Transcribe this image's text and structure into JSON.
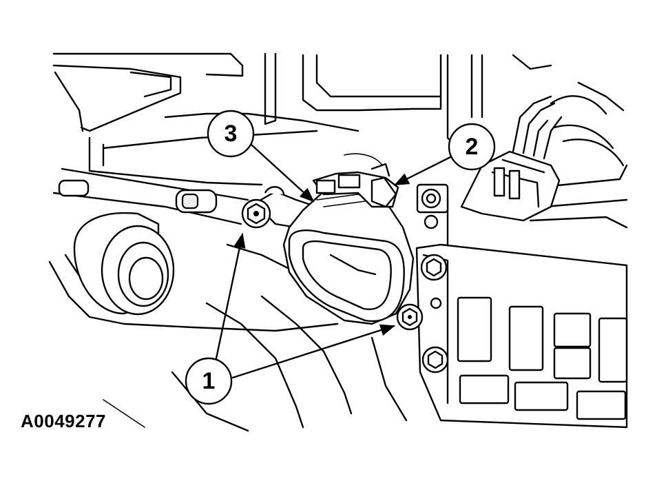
{
  "figure_id": "A0049277",
  "callouts": [
    {
      "label": "1"
    },
    {
      "label": "2"
    },
    {
      "label": "3"
    }
  ],
  "colors": {
    "line": "#000000",
    "background": "#ffffff"
  }
}
